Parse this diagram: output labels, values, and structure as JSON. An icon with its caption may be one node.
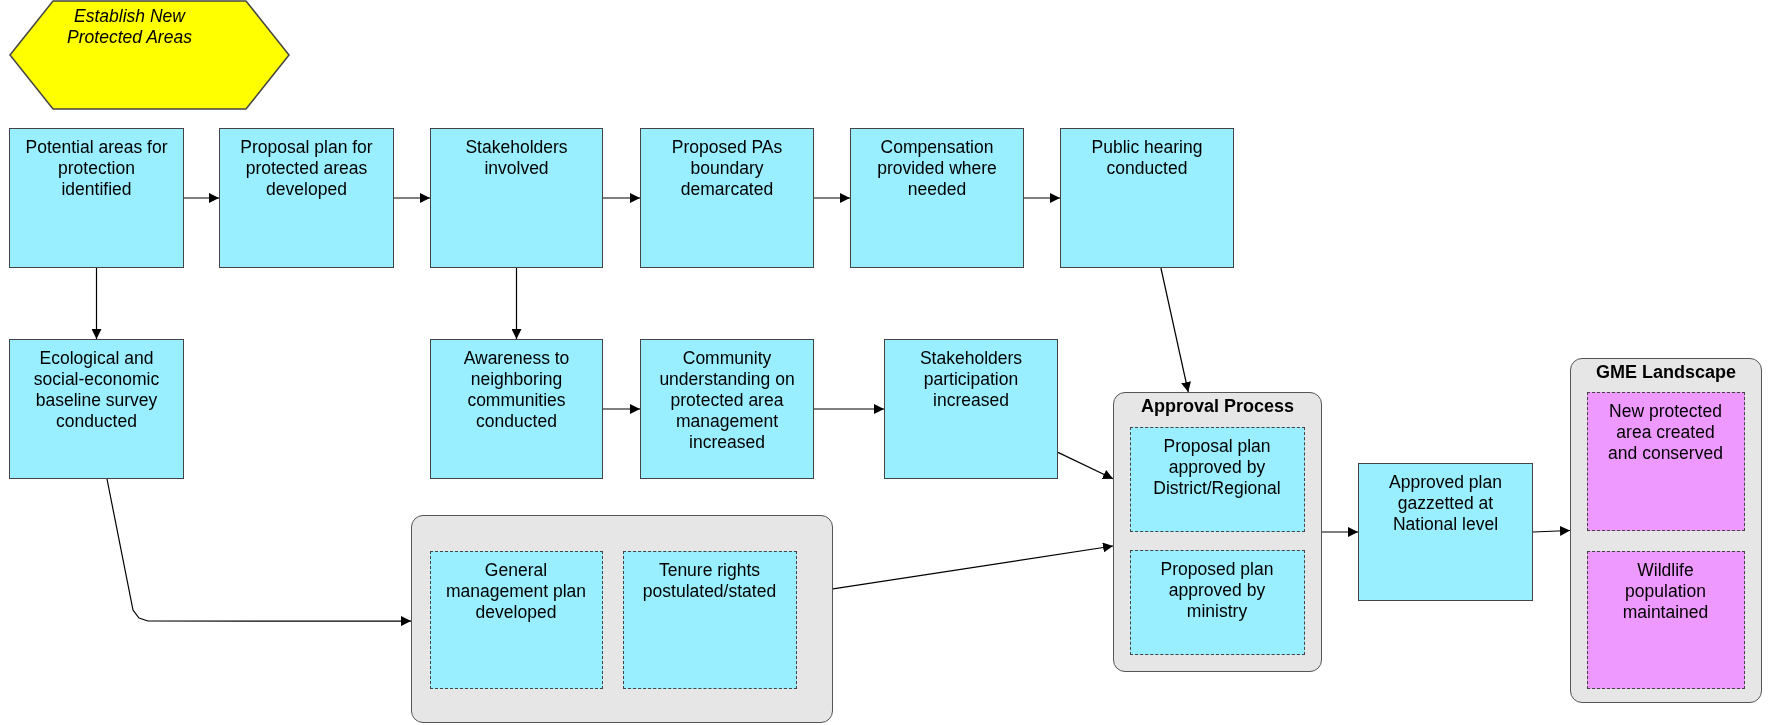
{
  "diagram": {
    "nodes": [
      {
        "text": [
          "Establish New Protected Areas"
        ]
      },
      {
        "text": [
          "Potential areas for protection identified"
        ]
      },
      {
        "text": [
          "Proposal plan for protected areas developed"
        ]
      },
      {
        "text": [
          "Stakeholders involved"
        ]
      },
      {
        "text": [
          "Proposed PAs boundary demarcated"
        ]
      },
      {
        "text": [
          "Compensation provided where needed"
        ]
      },
      {
        "text": [
          "Public hearing conducted"
        ]
      },
      {
        "text": [
          "Ecological and social-economic baseline survey conducted"
        ]
      },
      {
        "text": [
          "Awareness to neighboring communities conducted"
        ]
      },
      {
        "text": [
          "Community understanding on protected area management increased"
        ]
      },
      {
        "text": [
          "Stakeholders participation increased"
        ]
      },
      {
        "text": [
          "Approval Process"
        ]
      },
      {
        "text": [
          "Proposal plan approved by District/Regional"
        ],
        "in": 11
      },
      {
        "text": [
          "Proposed plan approved by ministry"
        ],
        "in": 11
      },
      {
        "text": [],
        "shape": "box"
      },
      {
        "text": [
          "General management plan developed"
        ],
        "in": 14
      },
      {
        "text": [
          "Tenure rights postulated/stated"
        ],
        "in": 14
      },
      {
        "text": [
          "Approved plan gazzetted at National level"
        ]
      },
      {
        "text": [
          "GME Landscape"
        ]
      },
      {
        "text": [
          "New protected area created and conserved"
        ],
        "in": 18
      },
      {
        "text": [
          "Wildlife population maintained"
        ],
        "in": 18
      }
    ],
    "edges": [
      {
        "from": 1,
        "to": 2,
        "arrow": "to"
      },
      {
        "from": 2,
        "to": 3,
        "arrow": "to"
      },
      {
        "from": 3,
        "to": 4,
        "arrow": "to"
      },
      {
        "from": 4,
        "to": 5,
        "arrow": "to"
      },
      {
        "from": 5,
        "to": 6,
        "arrow": "to"
      },
      {
        "from": 1,
        "to": 7,
        "arrow": "to"
      },
      {
        "from": 3,
        "to": 8,
        "arrow": "to"
      },
      {
        "from": 8,
        "to": 9,
        "arrow": "to"
      },
      {
        "from": 9,
        "to": 10,
        "arrow": "to"
      },
      {
        "from": 6,
        "to": 11,
        "arrow": "to"
      },
      {
        "from": 10,
        "to": 11,
        "arrow": "to"
      },
      {
        "from": 7,
        "to": 14,
        "arrow": "to"
      },
      {
        "from": 14,
        "to": 11,
        "arrow": "to"
      },
      {
        "from": 11,
        "to": 17,
        "arrow": "to"
      },
      {
        "from": 17,
        "to": 18,
        "arrow": "to"
      }
    ]
  }
}
